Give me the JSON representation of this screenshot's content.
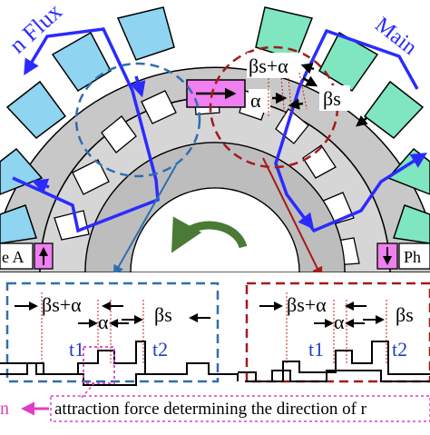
{
  "labels": {
    "main_flux_left": "n Flux",
    "main_flux_right": "Main",
    "phase_a": "e A",
    "phase_right": "Ph",
    "beta_s_plus_alpha": "βs+α",
    "alpha": "α",
    "beta_s": "βs",
    "t1": "t1",
    "t2": "t2",
    "legend_left_fragment": "n",
    "legend_text": "attraction force determining the direction of r"
  },
  "colors": {
    "flux_line": "#2b2bff",
    "blue_highlight": "#2e6fb0",
    "red_highlight": "#a51a1a",
    "teeth_blue": "#8fd4f0",
    "teeth_green": "#7fe6bf",
    "magnet_magenta": "#f07ff0",
    "rotation_arrow": "#4a7a35",
    "stator_gray": "#c8c8c8",
    "time_blue": "#1f3fbf"
  },
  "icons": {
    "rotation": "curved-arrow-icon",
    "magnet_arrow": "right-arrow-icon",
    "force_arrow": "double-arrow-icon"
  }
}
